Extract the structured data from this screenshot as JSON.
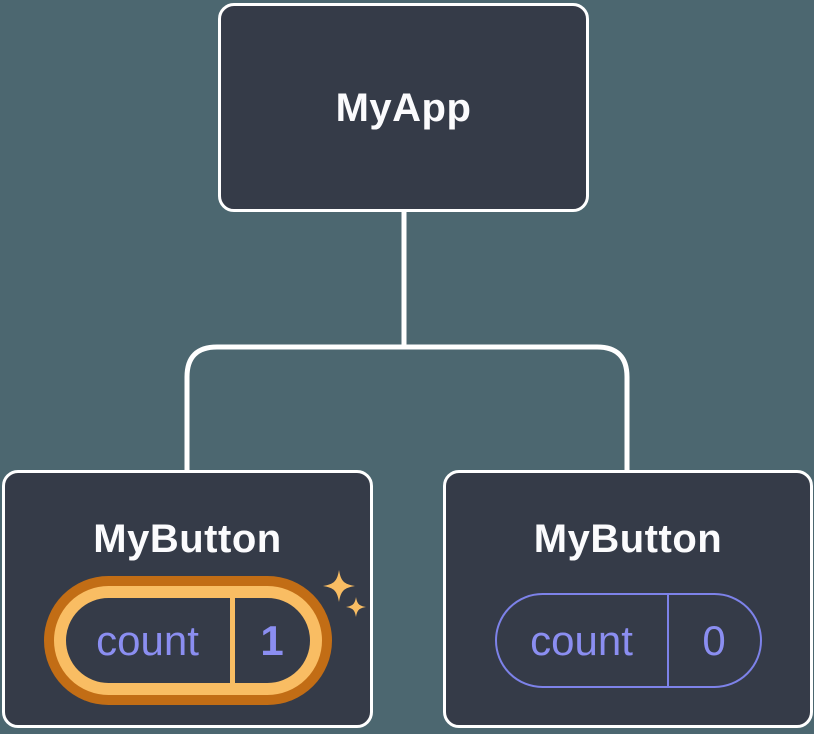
{
  "diagram": {
    "type": "component-tree",
    "root": {
      "label": "MyApp"
    },
    "children": [
      {
        "label": "MyButton",
        "state": {
          "name": "count",
          "value": "1"
        },
        "highlighted": true,
        "decoration": "sparkles-icon"
      },
      {
        "label": "MyButton",
        "state": {
          "name": "count",
          "value": "0"
        },
        "highlighted": false
      }
    ]
  },
  "colors": {
    "background": "#4c6770",
    "node_fill": "#353b48",
    "node_border": "#ffffff",
    "connector": "#ffffff",
    "title_text": "#fbfbfd",
    "state_text": "#8b8ef1",
    "state_outline": "#7d82e9",
    "highlight_gold": "#f9bd63",
    "highlight_orange": "#c26d15"
  }
}
